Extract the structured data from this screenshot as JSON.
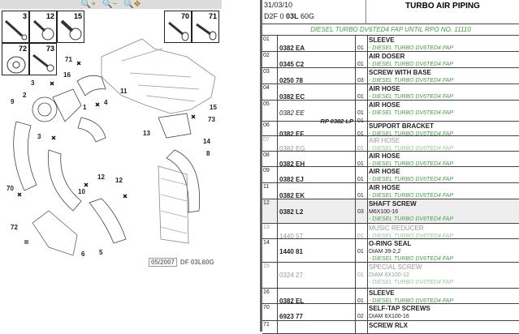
{
  "toolbar": {
    "zoom_in": "🔍+",
    "zoom_out": "🔍−",
    "pan": "🔍✥"
  },
  "thumbnails": [
    "3",
    "12",
    "15",
    "72",
    "73",
    "70",
    "71"
  ],
  "callouts": [
    "3",
    "16",
    "71",
    "2",
    "9",
    "11",
    "4",
    "1",
    "3",
    "13",
    "15",
    "73",
    "14",
    "8",
    "12",
    "12",
    "10",
    "70",
    "72",
    "6",
    "5"
  ],
  "stamp": {
    "date": "05/2007",
    "code": "DF 03L60G"
  },
  "header": {
    "date": "31/03/10",
    "code_prefix": "D2F 0 ",
    "code_bold": "03L",
    "code_suffix": " 60G",
    "title": "TURBO AIR PIPING"
  },
  "subtitle": "DIESEL TURBO DV6TED4 FAP UNTIL RPO NO. 11110",
  "rows": [
    {
      "no": "01",
      "ref": "0382 EA",
      "qty": "01",
      "name": "SLEEVE",
      "app": "- DIESEL TURBO DV6TED4 FAP"
    },
    {
      "no": "02",
      "ref": "0345 C2",
      "qty": "01",
      "name": "AIR DOSER",
      "app": "- DIESEL TURBO DV6TED4 FAP"
    },
    {
      "no": "03",
      "ref": "0250 78",
      "qty": "03",
      "name": "SCREW WITH BASE",
      "app": "- DIESEL TURBO DV6TED4 FAP"
    },
    {
      "no": "04",
      "ref": "0382 EC",
      "qty": "01",
      "name": "AIR HOSE",
      "app": "- DIESEL TURBO DV6TED4 FAP"
    },
    {
      "no": "05",
      "ref": "0382 EE",
      "qty": "01",
      "name": "AIR HOSE",
      "app": "- DIESEL TURBO DV6TED4 FAP",
      "rp": "RP 0382 LP",
      "rp_qty": "01"
    },
    {
      "no": "06",
      "ref": "0382 EF",
      "qty": "01",
      "name": "SUPPORT BRACKET",
      "app": "- DIESEL TURBO DV6TED4 FAP"
    },
    {
      "no": "07",
      "ref": "0382 EG",
      "qty": "01",
      "name": "AIR HOSE",
      "app": "- DIESEL TURBO DV6TED4 FAP"
    },
    {
      "no": "08",
      "ref": "0382 EH",
      "qty": "01",
      "name": "AIR HOSE",
      "app": "- DIESEL TURBO DV6TED4 FAP"
    },
    {
      "no": "09",
      "ref": "0382 EJ",
      "qty": "01",
      "name": "AIR HOSE",
      "app": "- DIESEL TURBO DV6TED4 FAP"
    },
    {
      "no": "11",
      "ref": "0382 EK",
      "qty": "01",
      "name": "AIR HOSE",
      "app": "- DIESEL TURBO DV6TED4 FAP"
    },
    {
      "no": "12",
      "ref": "0382 L2",
      "qty": "03",
      "name": "SHAFT SCREW",
      "dim": "M6X100-16",
      "app": "- DIESEL TURBO DV6TED4 FAP"
    },
    {
      "no": "13",
      "ref": "1440 57",
      "qty": "01",
      "name": "MUSIC REDUCER",
      "app": "- DIESEL TURBO DV6TED4 FAP"
    },
    {
      "no": "14",
      "ref": "1440 81",
      "qty": "01",
      "name": "O-RING SEAL",
      "dim": "DIAM 39-2,2",
      "app": "- DIESEL TURBO DV6TED4 FAP"
    },
    {
      "no": "15",
      "ref": "0324 27",
      "qty": "01",
      "name": "SPECIAL SCREW",
      "dim": "DIAM 6X100-12",
      "app": "- DIESEL TURBO DV6TED4 FAP"
    },
    {
      "no": "16",
      "ref": "0382 EL",
      "qty": "01",
      "name": "SLEEVE",
      "app": "- DIESEL TURBO DV6TED4 FAP"
    },
    {
      "no": "70",
      "ref": "6923 77",
      "qty": "02",
      "name": "SELF-TAP SCREWS",
      "dim": "DIAM 6X100-16"
    },
    {
      "no": "71",
      "ref": "",
      "qty": "",
      "name": "SCREW RLX"
    }
  ]
}
